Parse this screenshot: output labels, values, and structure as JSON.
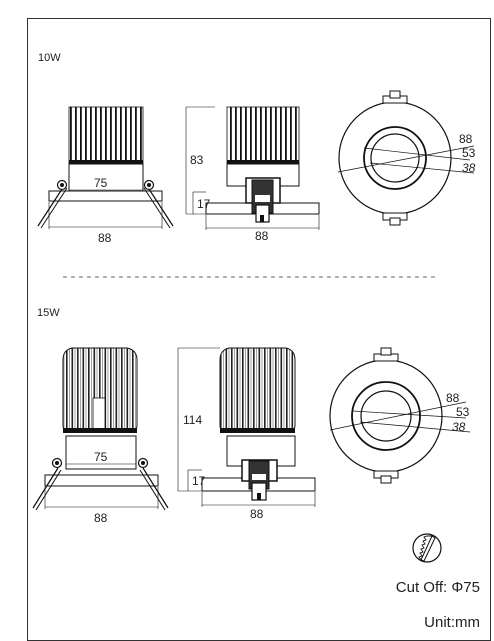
{
  "sections": [
    {
      "power": "10W",
      "front": {
        "cutout_width": "75",
        "overall_width": "88"
      },
      "side": {
        "height": "83",
        "trim_height": "17",
        "overall_width": "88"
      },
      "top": {
        "dim_outer": "88",
        "dim_mid": "53",
        "dim_inner": "38"
      }
    },
    {
      "power": "15W",
      "front": {
        "cutout_width": "75",
        "overall_width": "88"
      },
      "side": {
        "height": "114",
        "trim_height": "17",
        "overall_width": "88"
      },
      "top": {
        "dim_outer": "88",
        "dim_mid": "53",
        "dim_inner": "38"
      }
    }
  ],
  "footer": {
    "cut_off": "Cut Off: Φ75",
    "unit": "Unit:mm",
    "icon": "saw-blade-icon"
  }
}
